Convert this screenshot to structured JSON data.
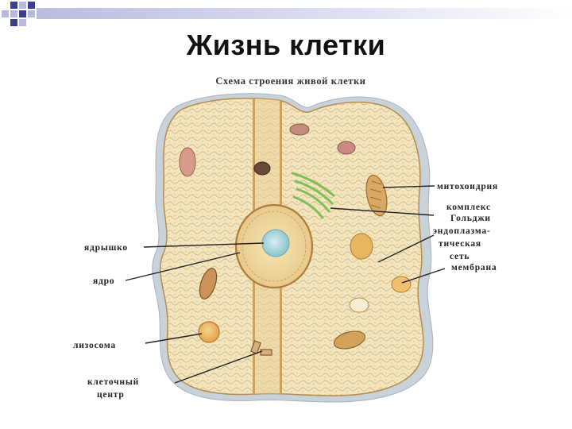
{
  "slide": {
    "title": "Жизнь клетки"
  },
  "diagram": {
    "heading": "Схема строения живой клетки",
    "labels": {
      "nucleolus": "ядрышко",
      "nucleus": "ядро",
      "lysosome": "лизосома",
      "centrosome_1": "клеточный",
      "centrosome_2": "центр",
      "mitochondrion": "митохондрия",
      "golgi_1": "комплекс",
      "golgi_2": "Гольджи",
      "er_1": "эндоплазма-",
      "er_2": "тическая",
      "er_3": "сеть",
      "membrane": "мембрана"
    }
  },
  "colors": {
    "accent": "#3a3f93",
    "cytoplasm": "#f3e6bf",
    "membrane": "#b9c3cc",
    "nucleolus": "#9fd2d8"
  }
}
